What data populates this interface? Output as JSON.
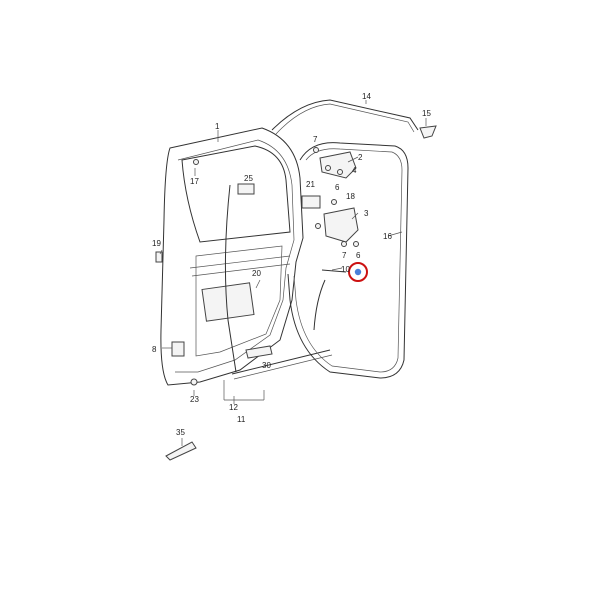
{
  "diagram": {
    "callouts": [
      "1",
      "2",
      "3",
      "4",
      "6",
      "6",
      "7",
      "7",
      "8",
      "10",
      "11",
      "12",
      "14",
      "15",
      "16",
      "17",
      "18",
      "19",
      "20",
      "21",
      "23",
      "25",
      "30",
      "35"
    ],
    "highlight_color": "#cc1111",
    "highlight_fill": "#4a7fd8"
  }
}
